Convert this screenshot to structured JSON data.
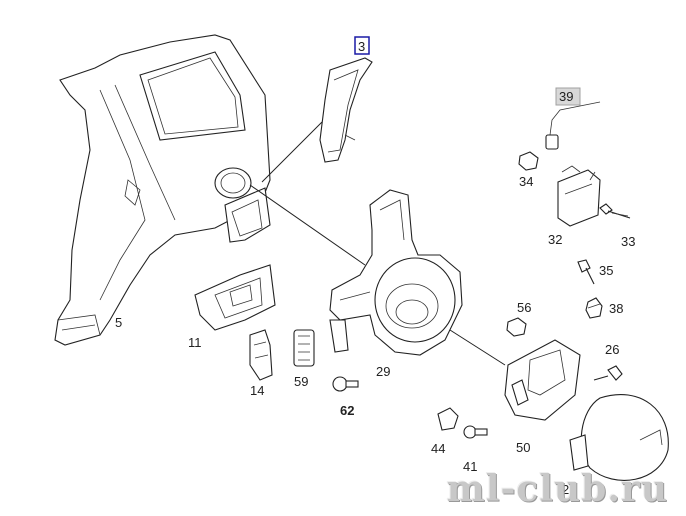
{
  "diagram": {
    "callouts": [
      {
        "id": "3",
        "text": "3",
        "style": "box-blue"
      },
      {
        "id": "39",
        "text": "39",
        "style": "box-gray"
      },
      {
        "id": "34",
        "text": "34"
      },
      {
        "id": "32",
        "text": "32"
      },
      {
        "id": "33",
        "text": "33"
      },
      {
        "id": "35",
        "text": "35"
      },
      {
        "id": "38",
        "text": "38"
      },
      {
        "id": "56",
        "text": "56"
      },
      {
        "id": "26",
        "text": "26"
      },
      {
        "id": "5",
        "text": "5"
      },
      {
        "id": "11",
        "text": "11"
      },
      {
        "id": "14",
        "text": "14"
      },
      {
        "id": "59",
        "text": "59"
      },
      {
        "id": "62",
        "text": "62",
        "style": "bold"
      },
      {
        "id": "29",
        "text": "29"
      },
      {
        "id": "50",
        "text": "50"
      },
      {
        "id": "44",
        "text": "44"
      },
      {
        "id": "41",
        "text": "41"
      },
      {
        "id": "23",
        "text": "23"
      }
    ]
  },
  "watermark": "ml-club.ru",
  "colors": {
    "ink": "#222222",
    "callout_blue": "#1a1aa6",
    "callout_gray": "#a0a0a0",
    "watermark": "#c8c8c8"
  }
}
